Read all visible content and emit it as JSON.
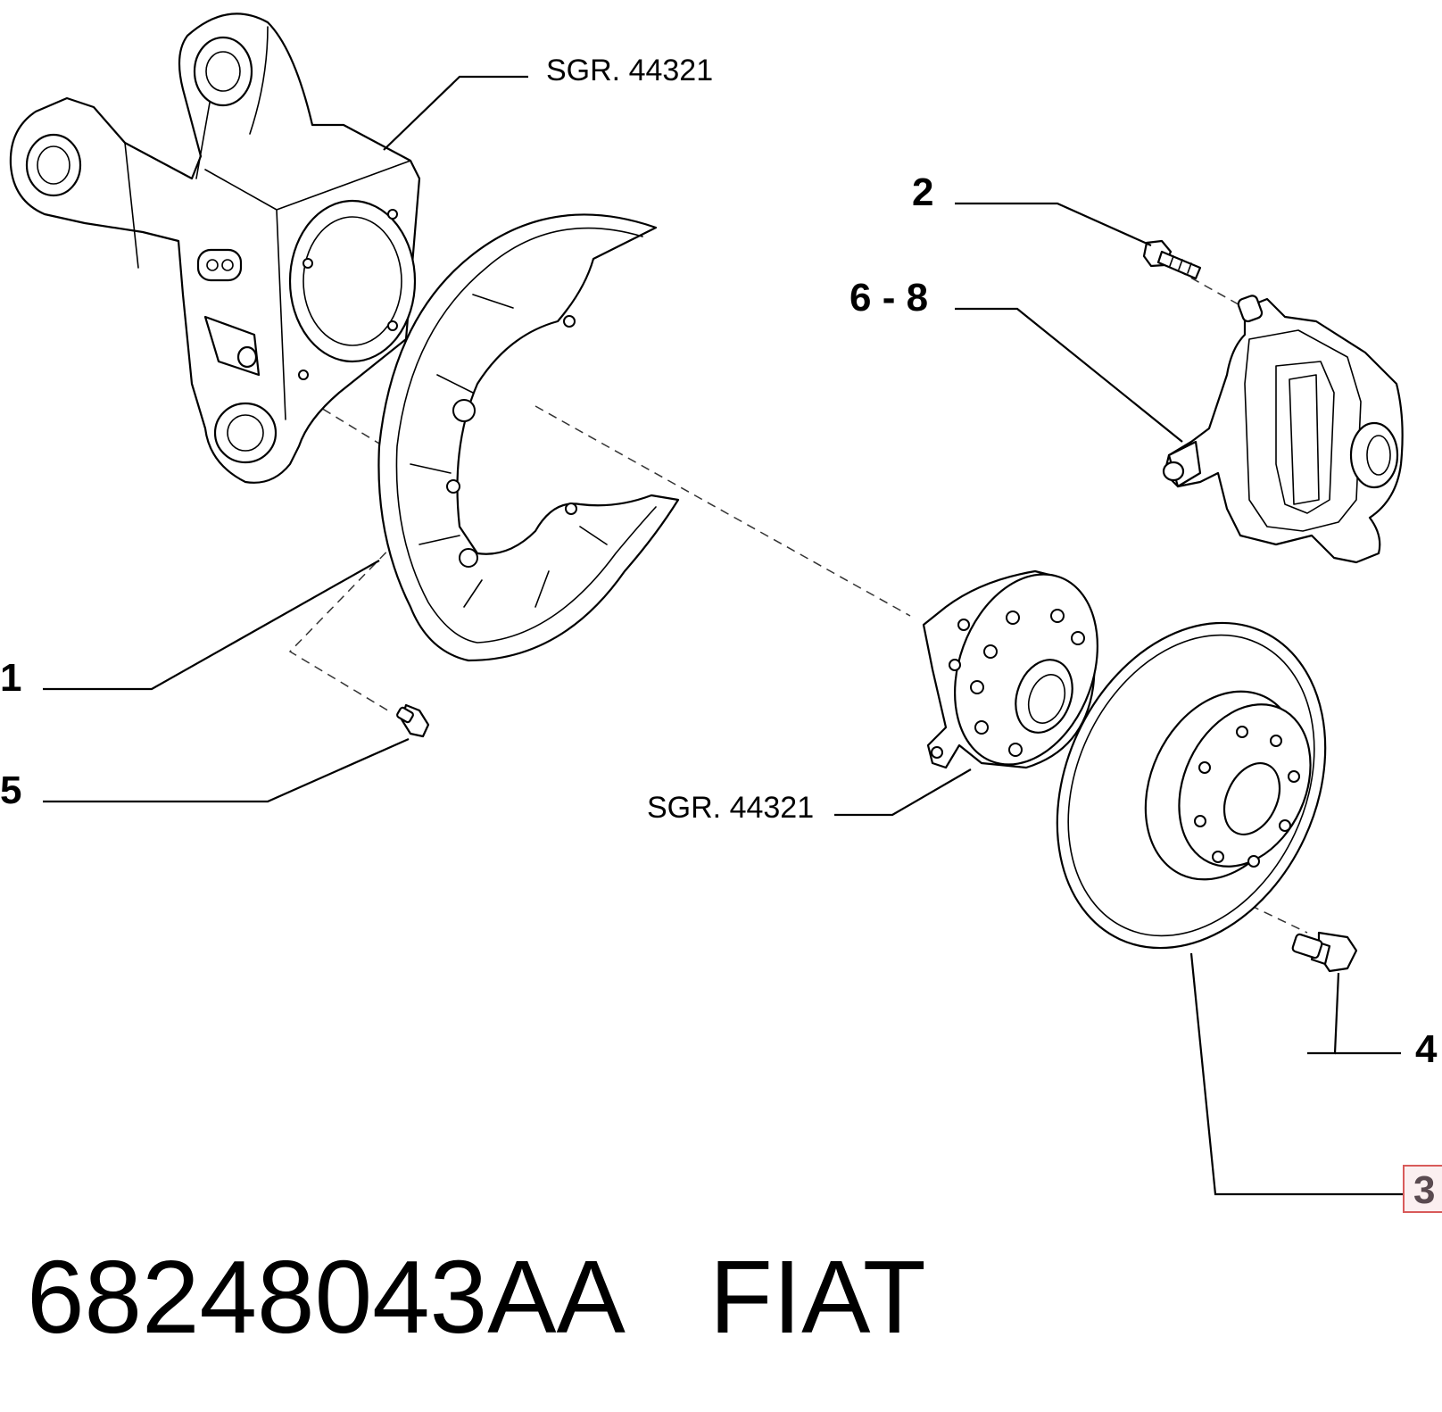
{
  "callouts": {
    "c1": "1",
    "c2": "2",
    "c3": "3",
    "c4": "4",
    "c5": "5",
    "c68": "6 - 8"
  },
  "references": {
    "knuckle": "SGR. 44321",
    "hub": "SGR. 44321"
  },
  "caption": {
    "part_number": "68248043AA",
    "brand": "FIAT"
  },
  "highlighted_callout": "3",
  "colors": {
    "line": "#000000",
    "highlight_fill": "#fbeff0",
    "highlight_border": "#d85a5a"
  }
}
